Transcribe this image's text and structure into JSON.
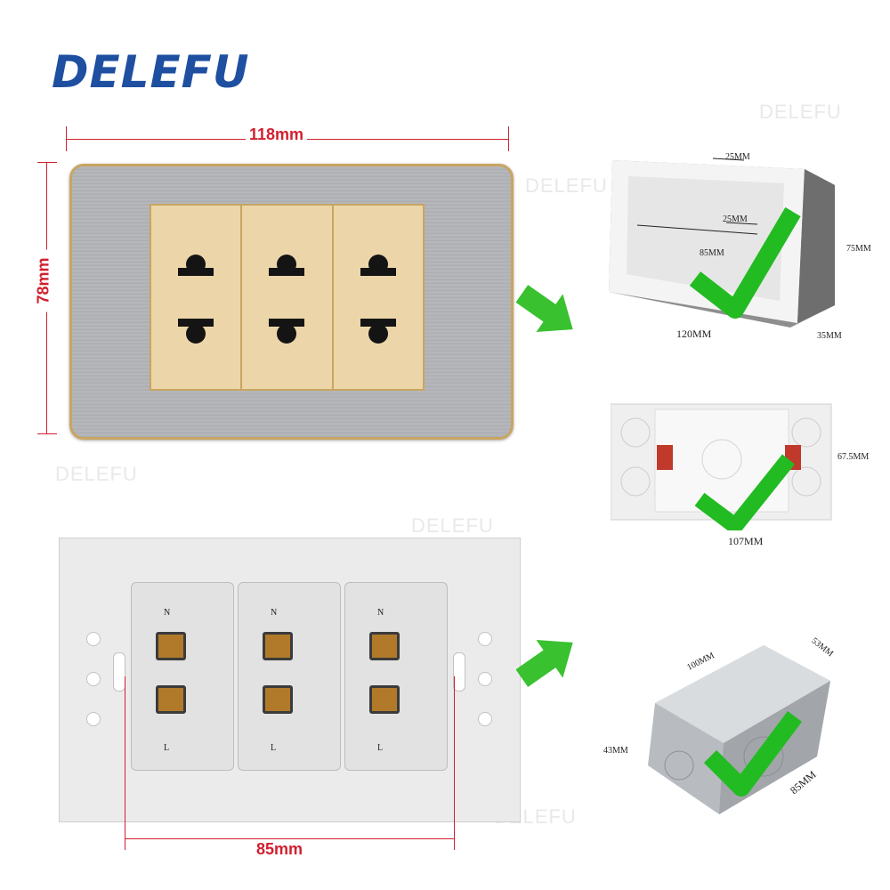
{
  "brand": {
    "name": "DELEFU",
    "accent_color": "#1e4fa0",
    "highlight_color": "#f5a400"
  },
  "watermark": "DELEFU",
  "front_plate": {
    "width_label": "118mm",
    "height_label": "78mm",
    "outlets": 3
  },
  "back_plate": {
    "width_label": "85mm",
    "terminal_labels": [
      "N",
      "L"
    ]
  },
  "boxes": [
    {
      "name": "plastic-box-1",
      "labels": {
        "top": "25MM",
        "inner": "25MM",
        "inner_width": "85MM",
        "height": "75MM",
        "width": "120MM",
        "depth": "35MM"
      }
    },
    {
      "name": "plastic-box-2",
      "labels": {
        "height": "67.5MM",
        "width": "107MM"
      }
    },
    {
      "name": "metal-box",
      "labels": {
        "length": "100MM",
        "width": "53MM",
        "height": "43MM",
        "depth": "85MM"
      }
    }
  ],
  "colors": {
    "dimension_red": "#d1202f",
    "check_green": "#2cbf2c",
    "arrow_green": "#39c12f",
    "gold": "#c9a562"
  }
}
